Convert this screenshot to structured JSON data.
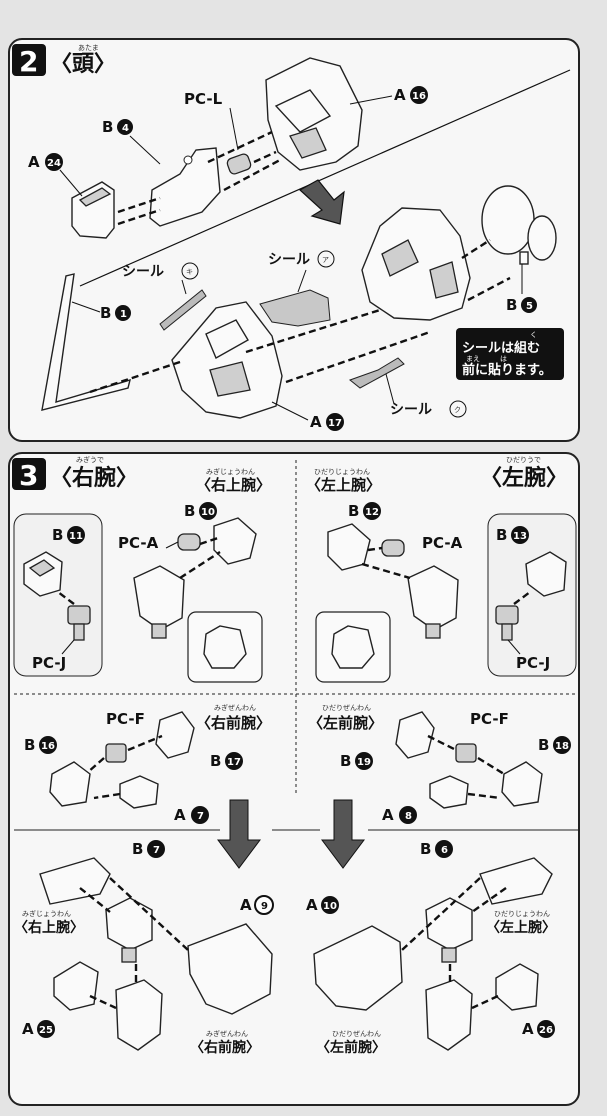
{
  "step2": {
    "number": "2",
    "title_ruby": "あたま",
    "title": "〈頭〉",
    "labels": {
      "pcl": "PC-L",
      "b4": "B",
      "b4_num": "4",
      "a16": "A",
      "a16_num": "16",
      "a24": "A",
      "a24_num": "24",
      "b1": "B",
      "b1_num": "1",
      "seal_ki": "シール",
      "seal_ki_mark": "キ",
      "seal_a": "シール",
      "seal_a_mark": "ア",
      "b5": "B",
      "b5_num": "5",
      "a17": "A",
      "a17_num": "17",
      "seal_ku": "シール",
      "seal_ku_mark": "ク"
    },
    "note_line1": "シールは組む",
    "note_line2": "前に貼ります。",
    "note_ruby1": "く",
    "note_ruby2a": "まえ",
    "note_ruby2b": "は"
  },
  "step3": {
    "number": "3",
    "right_arm_ruby": "みぎうで",
    "right_arm": "〈右腕〉",
    "left_arm_ruby": "ひだりうで",
    "left_arm": "〈左腕〉",
    "right_upper_ruby": "みぎじょうわん",
    "right_upper": "〈右上腕〉",
    "left_upper_ruby": "ひだりじょうわん",
    "left_upper": "〈左上腕〉",
    "right_fore_ruby": "みぎぜんわん",
    "right_fore": "〈右前腕〉",
    "left_fore_ruby": "ひだりぜんわん",
    "left_fore": "〈左前腕〉",
    "labels": {
      "b10": "B",
      "b10_num": "10",
      "pca_r": "PC-A",
      "b11": "B",
      "b11_num": "11",
      "pcj_r": "PC-J",
      "b12": "B",
      "b12_num": "12",
      "pca_l": "PC-A",
      "b13": "B",
      "b13_num": "13",
      "pcj_l": "PC-J",
      "pcf_r": "PC-F",
      "b16": "B",
      "b16_num": "16",
      "b17": "B",
      "b17_num": "17",
      "a7": "A",
      "a7_num": "7",
      "pcf_l": "PC-F",
      "b18": "B",
      "b18_num": "18",
      "b19": "B",
      "b19_num": "19",
      "a8": "A",
      "a8_num": "8",
      "b7": "B",
      "b7_num": "7",
      "a9": "A",
      "a9_num": "9",
      "a25": "A",
      "a25_num": "25",
      "b6": "B",
      "b6_num": "6",
      "a10": "A",
      "a10_num": "10",
      "a26": "A",
      "a26_num": "26"
    }
  }
}
